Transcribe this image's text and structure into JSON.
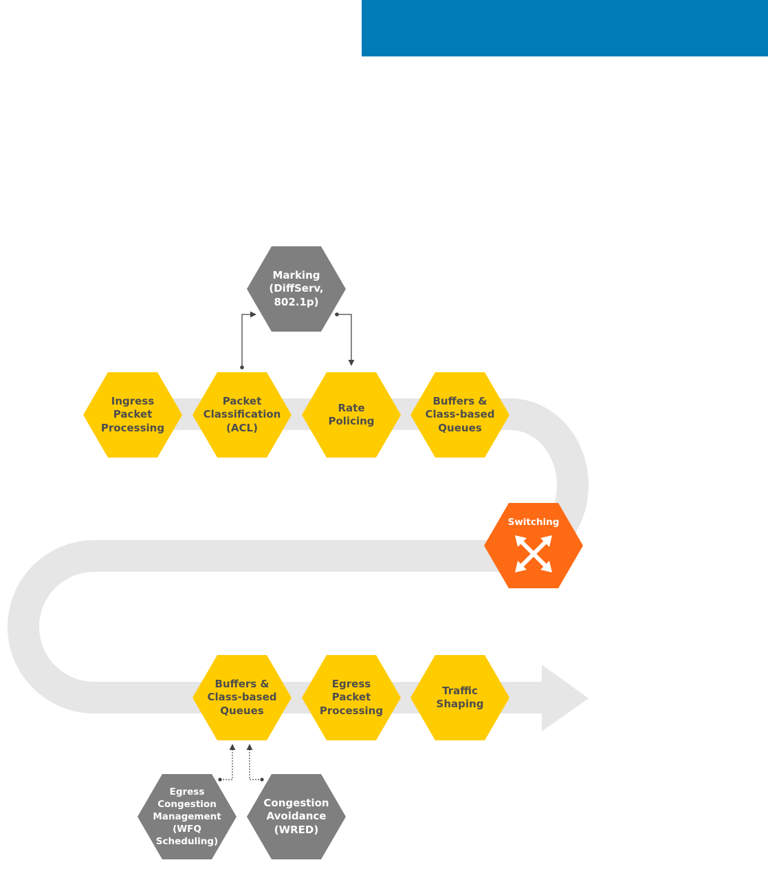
{
  "colors": {
    "header_bar": "#007BB8",
    "track": "#E6E6E6",
    "stage_fill": "#FFCC00",
    "stage_text": "#4D4D4D",
    "control_fill": "#7F7F7F",
    "control_text": "#FFFFFF",
    "switch_fill": "#FF6A14",
    "switch_text": "#FFFFFF",
    "connector": "#444444"
  },
  "stages": {
    "ingress_packet_processing": "Ingress\nPacket\nProcessing",
    "packet_classification": "Packet\nClassification\n(ACL)",
    "rate_policing": "Rate\nPolicing",
    "ingress_buffers_queues": "Buffers &\nClass-based\nQueues",
    "egress_buffers_queues": "Buffers &\nClass-based\nQueues",
    "egress_packet_processing": "Egress\nPacket\nProcessing",
    "traffic_shaping": "Traffic\nShaping"
  },
  "controls": {
    "marking": "Marking\n(DiffServ,\n802.1p)",
    "egress_congestion_management": "Egress\nCongestion\nManagement\n(WFQ\nScheduling)",
    "congestion_avoidance": "Congestion\nAvoidance\n(WRED)"
  },
  "switching": {
    "label": "Switching",
    "icon": "cross-arrows-icon"
  }
}
